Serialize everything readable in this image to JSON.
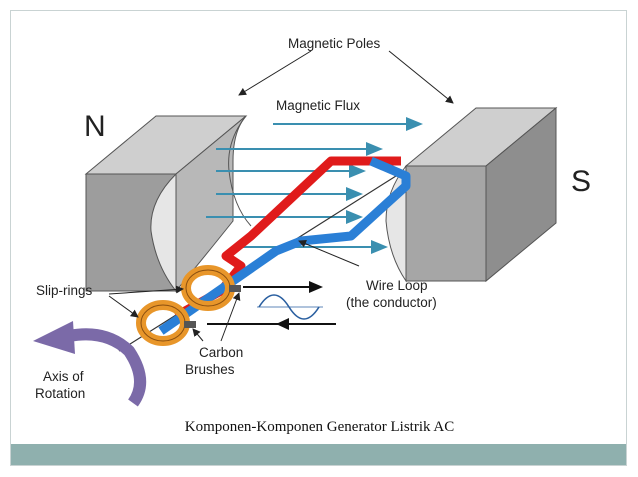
{
  "labels": {
    "magnetic_poles": "Magnetic Poles",
    "magnetic_flux": "Magnetic Flux",
    "north": "N",
    "south": "S",
    "slip_rings": "Slip-rings",
    "wire_loop_1": "Wire Loop",
    "wire_loop_2": "(the conductor)",
    "carbon_1": "Carbon",
    "carbon_2": "Brushes",
    "axis_1": "Axis of",
    "axis_2": "Rotation"
  },
  "caption": "Komponen-Komponen Generator Listrik AC",
  "colors": {
    "magnet": "#a9a9a9",
    "flux_arrow": "#3a8fb0",
    "wire_red": "#e01b1b",
    "wire_blue": "#2a7fd6",
    "ring": "#e8962a",
    "axis_arrow": "#7b6aa8",
    "footer": "#8fb0ae"
  }
}
